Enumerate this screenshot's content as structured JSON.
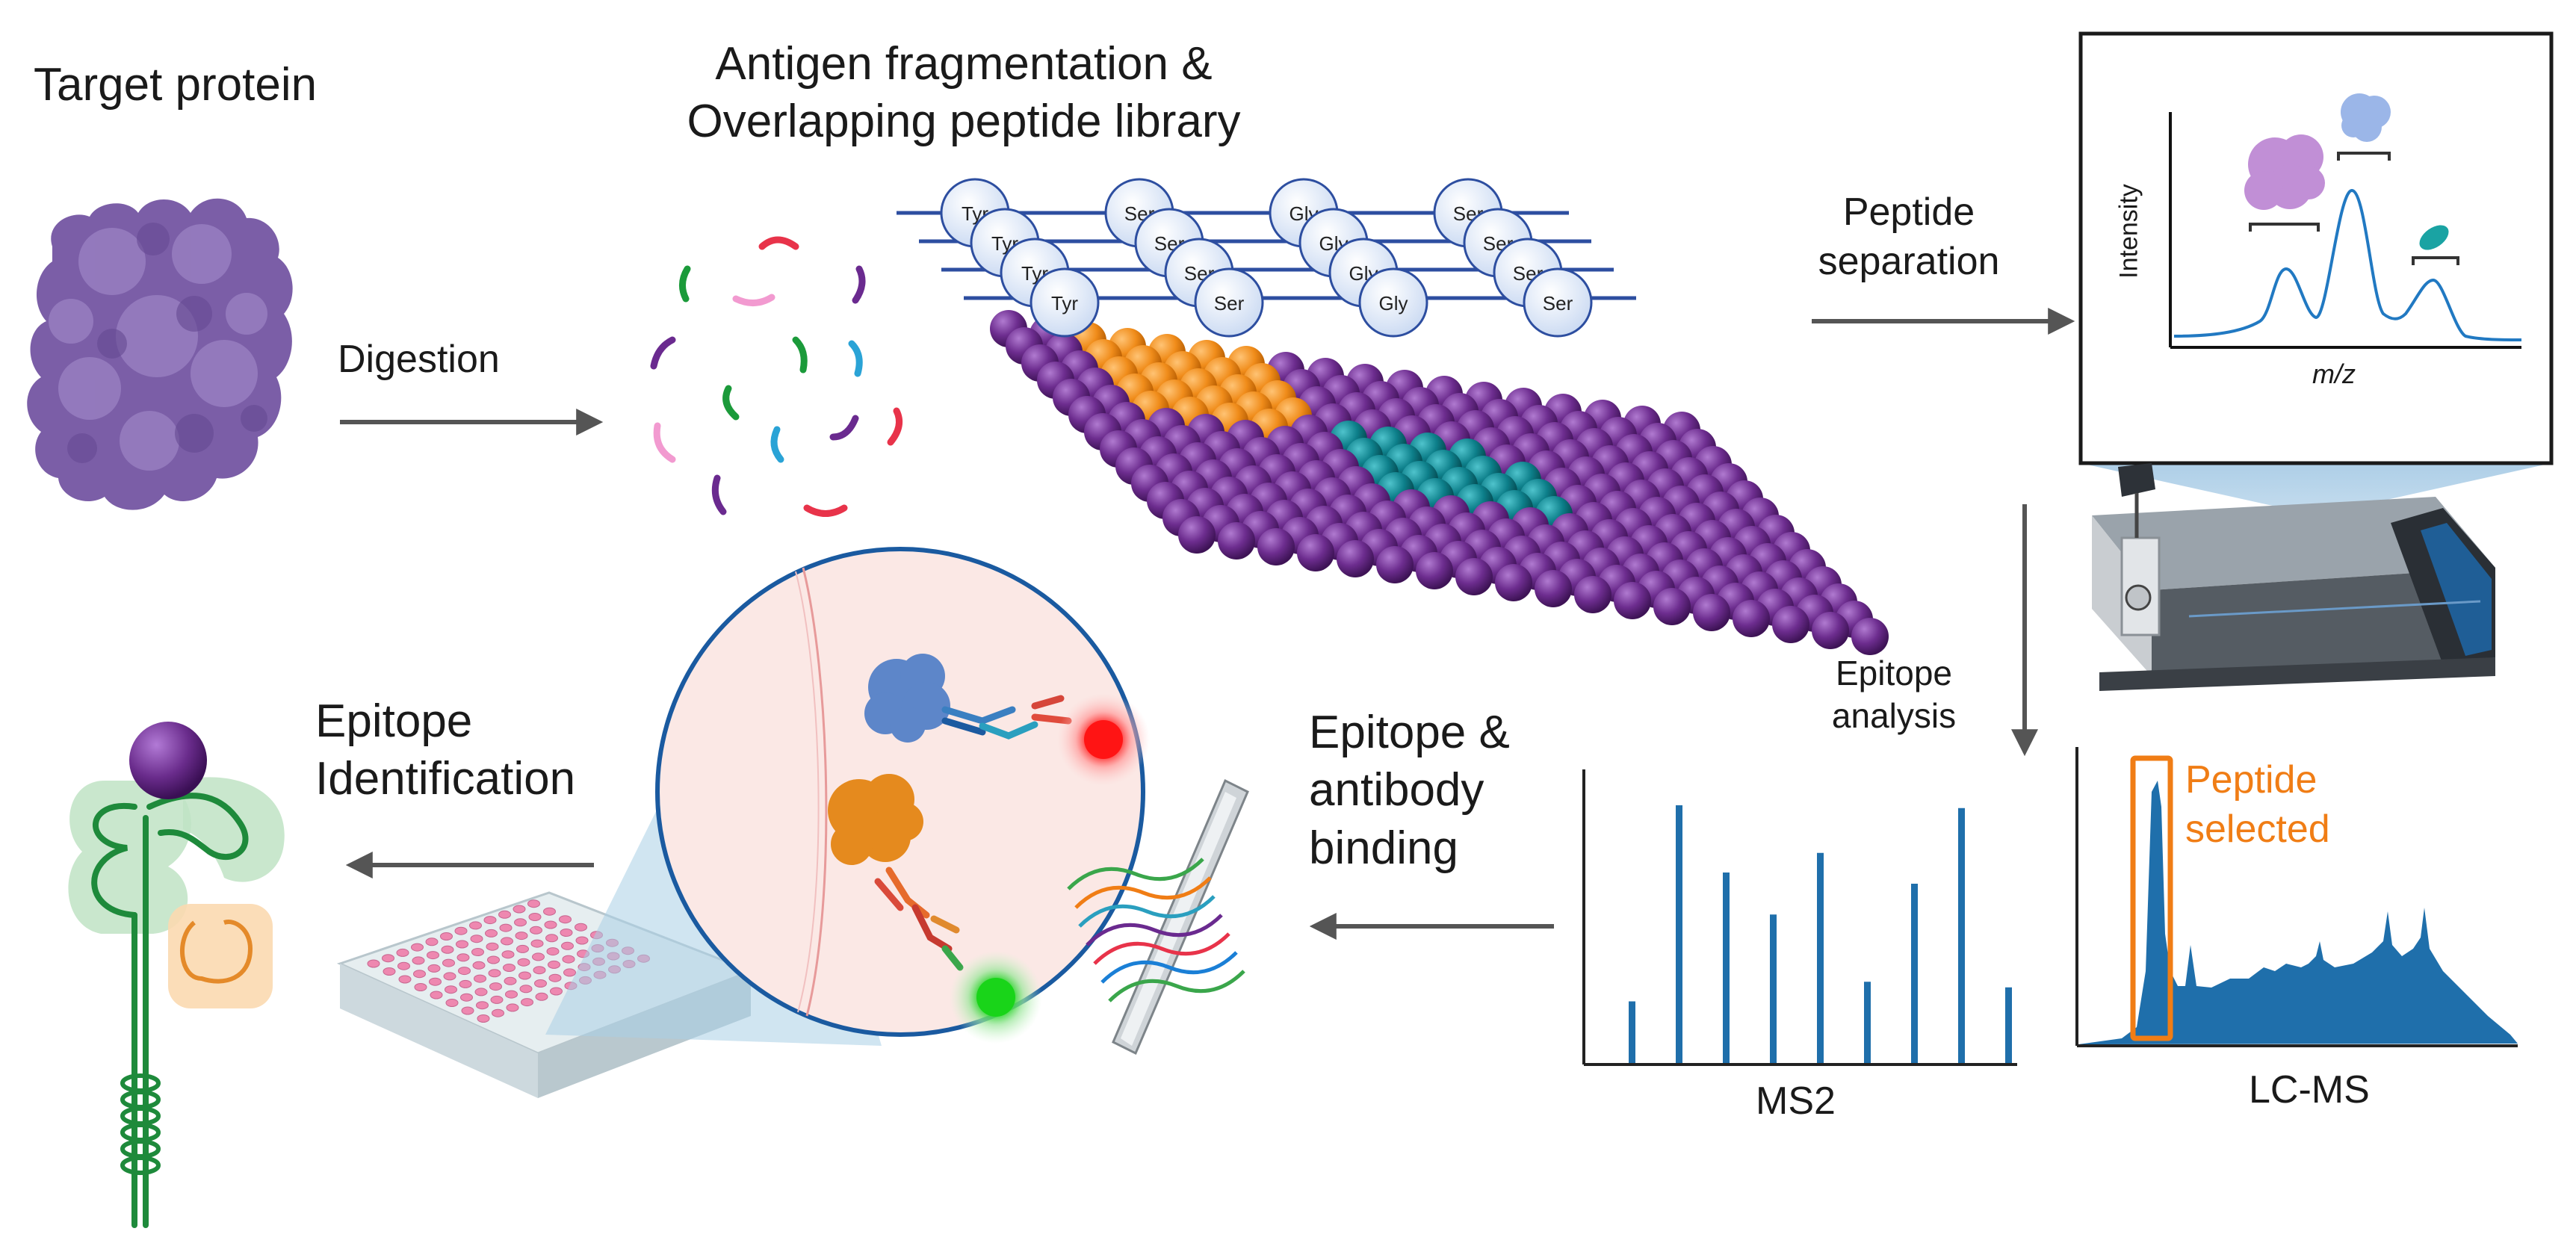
{
  "labels": {
    "target_protein": "Target protein",
    "digestion": "Digestion",
    "antigen_line1": "Antigen fragmentation &",
    "antigen_line2": "Overlapping peptide library",
    "peptide_sep_line1": "Peptide",
    "peptide_sep_line2": "separation",
    "epitope_analysis_line1": "Epitope",
    "epitope_analysis_line2": "analysis",
    "peptide_selected_line1": "Peptide",
    "peptide_selected_line2": "selected",
    "lcms": "LC-MS",
    "ms2": "MS2",
    "binding_line1": "Epitope &",
    "binding_line2": "antibody",
    "binding_line3": "binding",
    "ident_line1": "Epitope",
    "ident_line2": "Identification"
  },
  "spectrum_inset": {
    "ylabel": "Intensity",
    "xlabel": "m/z"
  },
  "residues": [
    "Tyr",
    "Ser",
    "Gly",
    "Ser",
    "Tyr",
    "Ser",
    "Gly",
    "Ser",
    "Tyr",
    "Ser",
    "Gly",
    "Ser",
    "Tyr",
    "Ser",
    "Gly",
    "Ser"
  ],
  "ms2_peaks": [
    0.22,
    0.92,
    0.68,
    0.53,
    0.75,
    0.29,
    0.64,
    0.91,
    0.27
  ],
  "colors": {
    "protein": "#7b5ea7",
    "bead": "#6d2d8f",
    "orange_bead": "#f08c1a",
    "teal_bead": "#0d7f8a",
    "ms_blue": "#1f6fab",
    "arrow": "#555555",
    "highlight": "#f07d15",
    "antibody_green": "#3aa64b"
  }
}
